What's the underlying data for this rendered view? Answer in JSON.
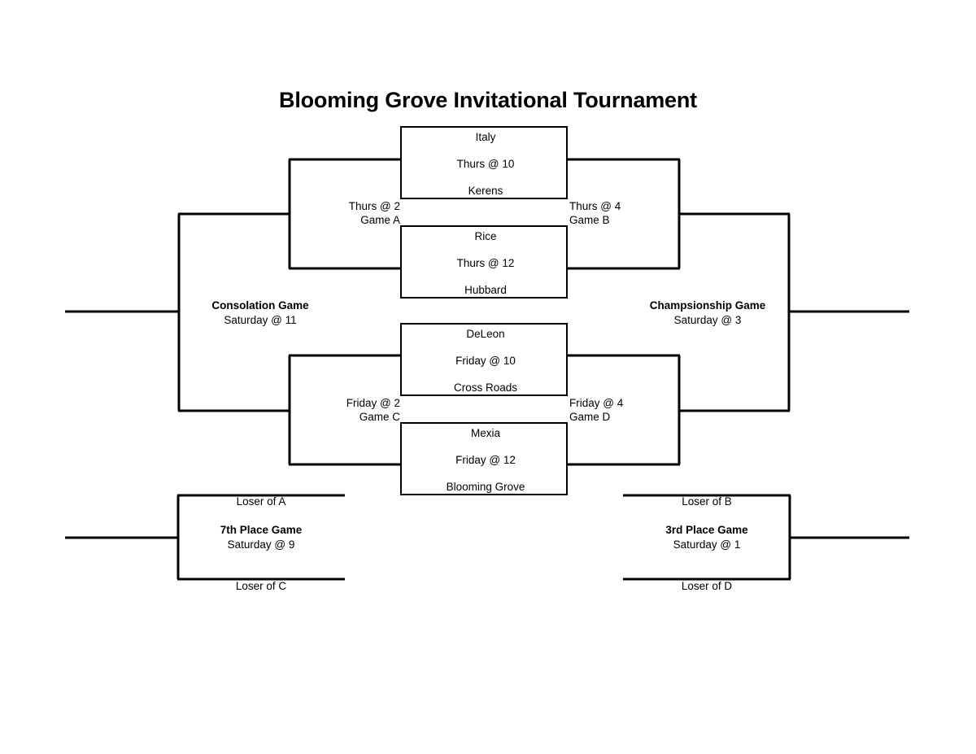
{
  "title": "Blooming Grove Invitational Tournament",
  "colors": {
    "line": "#000000",
    "background": "#ffffff",
    "text": "#000000"
  },
  "games": [
    {
      "id": "game-a-matchup",
      "team_top": "Italy",
      "time": "Thurs @ 10",
      "team_bottom": "Kerens"
    },
    {
      "id": "game-a-matchup-2",
      "team_top": "Rice",
      "time": "Thurs @ 12",
      "team_bottom": "Hubbard"
    },
    {
      "id": "game-c-matchup",
      "team_top": "DeLeon",
      "time": "Friday @ 10",
      "team_bottom": "Cross Roads"
    },
    {
      "id": "game-c-matchup-2",
      "team_top": "Mexia",
      "time": "Friday @ 12",
      "team_bottom": "Blooming Grove"
    }
  ],
  "rounds": [
    {
      "id": "game-a",
      "time": "Thurs @ 2",
      "game": "Game A"
    },
    {
      "id": "game-b",
      "time": "Thurs @ 4",
      "game": "Game B"
    },
    {
      "id": "game-c",
      "time": "Friday @ 2",
      "game": "Game C"
    },
    {
      "id": "game-d",
      "time": "Friday @ 4",
      "game": "Game D"
    }
  ],
  "finals": {
    "consolation": {
      "name": "Consolation Game",
      "when": "Saturday @ 11"
    },
    "championship": {
      "name": "Champsionship Game",
      "when": "Saturday @ 3"
    }
  },
  "placement": {
    "seventh": {
      "name": "7th Place Game",
      "when": "Saturday @ 9",
      "seed_top": "Loser of A",
      "seed_bottom": "Loser of C"
    },
    "third": {
      "name": "3rd Place Game",
      "when": "Saturday @ 1",
      "seed_top": "Loser of B",
      "seed_bottom": "Loser of D"
    }
  }
}
